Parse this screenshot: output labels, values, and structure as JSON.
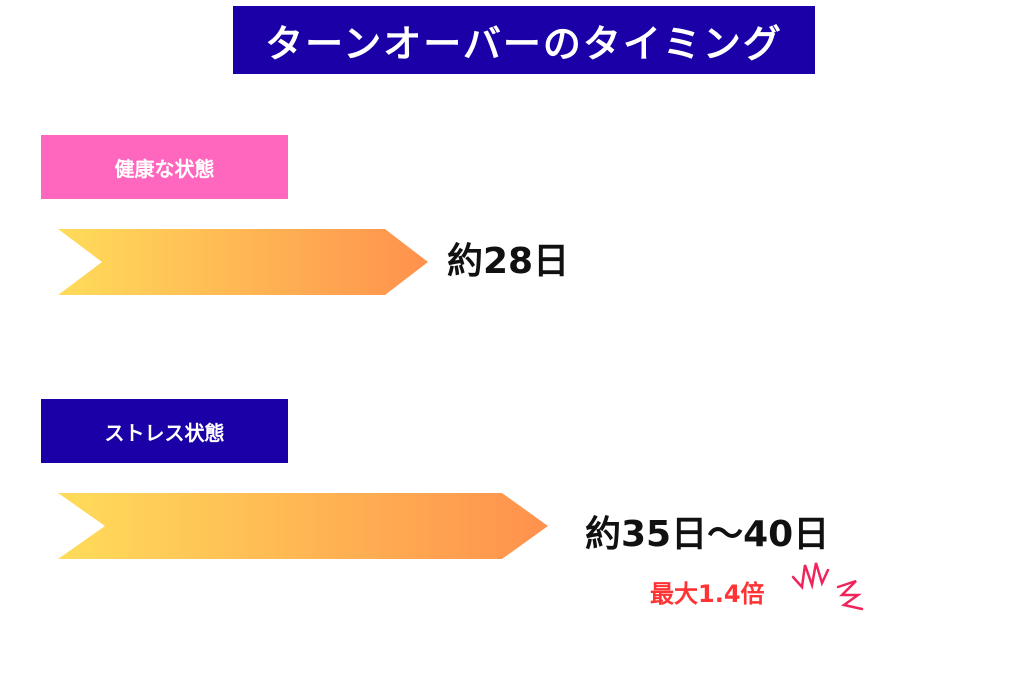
{
  "title": "ターンオーバーのタイミング",
  "sections": [
    {
      "label": "健康な状態",
      "label_color": "#ff66be",
      "result": "約28日"
    },
    {
      "label": "ストレス状態",
      "label_color": "#1a00a6",
      "result": "約35日〜40日",
      "note": "最大1.4倍"
    }
  ],
  "colors": {
    "title_bg": "#1a00a6",
    "arrow_start": "#ffdc5a",
    "arrow_end": "#ff914d",
    "note": "#ff3333",
    "spark": "#f0245c"
  }
}
